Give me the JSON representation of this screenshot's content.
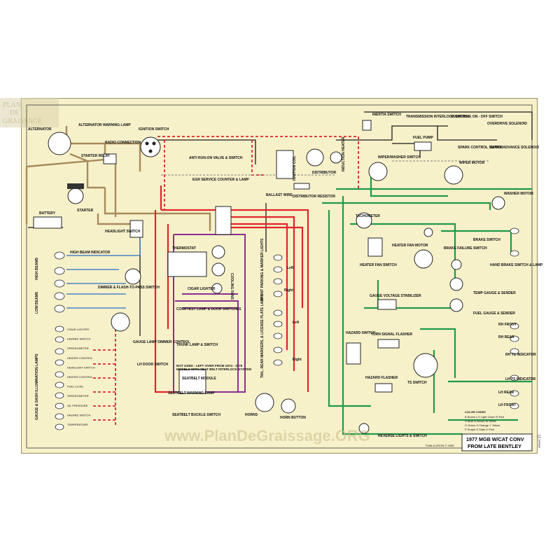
{
  "watermark": {
    "brand_top": "PLAN",
    "brand_mid": "DE",
    "brand_bottom": "GRAISSAGE",
    "site": "www.PlanDeGraissage.ORG"
  },
  "title_block": {
    "line1": "1977 MGB W/CAT CONV",
    "line2": "FROM LATE BENTLEY",
    "publisher": "PUBLICATION © 2005"
  },
  "side_label": "sheet 23",
  "left_labels": {
    "alternator": "ALTERNATOR",
    "alt_warning_lamp": "ALTERNATOR WARNING LAMP",
    "radio_connection": "RADIO CONNECTION",
    "ignition_switch": "IGNITION SWITCH",
    "starter_relay": "STARTER RELAY",
    "anti_run_on": "ANTI RUN-ON VALVE & SWITCH",
    "egr": "EGR SERVICE COUNTER & LAMP",
    "starter": "STARTER",
    "battery": "BATTERY",
    "headlight_switch": "HEADLIGHT SWITCH",
    "high_beam_indicator": "HIGH BEAM INDICATOR",
    "high_beams": "HIGH BEAMS",
    "dimmer": "DIMMER & FLASH-TO-PASS SWITCH",
    "low_beams": "LOW BEAMS",
    "gauge_lamps": "GAUGE & DASH ILLUMINATION LAMPS",
    "gauge_lamp_dimmer": "GAUGE LAMP DIMMER CONTROL"
  },
  "gauge_lamp_items": [
    "CIGAR LIGHTER",
    "HAZARD SWITCH",
    "SPEEDOMETER",
    "HEATER CONTROL",
    "HEADLIGHT SWITCH",
    "HEATER CONTROL",
    "FUEL LEVEL",
    "SPEEDOMETER",
    "OIL PRESSURE",
    "HAZARD SWITCH",
    "TEMPERATURE"
  ],
  "center_labels": {
    "thermostat": "THERMOSTAT",
    "cooling_fans": "COOLING FANS",
    "cigar_lighter": "CIGAR LIGHTER",
    "courtesy_lamp": "COURTESY LAMP & DOOR SWITCHES",
    "trunk_lamp": "TRUNK LAMP & SWITCH",
    "lh_door_switch": "LH DOOR SWITCH",
    "not_used": "NOT USED - LEFT OVER FROM 1974 - 1975 MODELS WITH SEAT BELT INTERLOCK SYSTEM",
    "seatbelt_warning": "SEATBELT WARNING LAMP",
    "seatbelt_module": "SEATBELT MODULE",
    "seatbelt_buckle": "SEATBELT BUCKLE SWITCH",
    "horns": "HORNS",
    "horn_button": "HORN BUTTON",
    "ballast_wire": "BALLAST WIRE",
    "ignition_coil": "IGNITION COIL",
    "distributor": "DISTRIBUTOR",
    "distributor_resistor": "DISTRIBUTOR RESISTOR",
    "induction_heater": "INDUCTION HEATER",
    "front_parking": "FRONT PARKING & MARKER LIGHTS",
    "tail_rear": "TAIL, REAR MARKERS, & LICENSE PLATE LAMPS",
    "left": "Left",
    "right": "Right"
  },
  "right_labels": {
    "inertia": "INERTIA SWITCH",
    "trans_interlock": "TRANSMISSION INTERLOCK SWITCH",
    "overdrive_switch": "OVERDRIVE ON - OFF SWITCH",
    "overdrive_solenoid": "OVERDRIVE SOLENOID",
    "fuel_pump": "FUEL PUMP",
    "spark_control": "SPARK CONTROL SWITCH",
    "spark_advance": "SPARK ADVANCE SOLENOID",
    "wiper_washer": "WIPER/WASHER SWITCH",
    "wiper_motor": "WIPER MOTOR",
    "washer_motor": "WASHER MOTOR",
    "tachometer": "TACHOMETER",
    "heater_fan_switch": "HEATER FAN SWITCH",
    "heater_fan_motor": "HEATER FAN MOTOR",
    "brake_switch": "BRAKE SWITCH",
    "brake_failure": "BRAKE FAILURE SWITCH",
    "hand_brake": "HAND BRAKE SWITCH & LAMP",
    "gauge_voltage": "GAUGE VOLTAGE STABILIZER",
    "temp_gauge": "TEMP GAUGE & SENDER",
    "fuel_gauge": "FUEL GAUGE & SENDER",
    "hazard_switch": "HAZARD SWITCH",
    "turn_signal_flasher": "TURN SIGNAL FLASHER",
    "hazard_flasher": "HAZARD FLASHER",
    "ts_switch": "TS SWITCH",
    "rh_front": "RH FRONT",
    "rh_rear": "RH REAR",
    "rh_ts_indicator": "RH TS INDICATOR",
    "lh_ts_indicator": "LH TS INDICATOR",
    "lh_rear": "LH REAR",
    "lh_front": "LH FRONT",
    "reverse_lights": "REVERSE LIGHTS & SWITCH"
  },
  "color_codes": {
    "heading": "COLOR CODES",
    "rows": [
      "B Brown   LG Light Green   R Red",
      "U Blue    N Brown          W White",
      "G Green   O Orange         Y Yellow",
      "P Purple  S Slate          K Pink"
    ]
  },
  "wire_colors": {
    "red": "#e0242a",
    "red_dash": "#e0242a",
    "green": "#1f9a47",
    "purple": "#8a2f8f",
    "tan": "#a88a5c",
    "black": "#1a1a1a",
    "blue": "#2a6cc4",
    "gray": "#7a7a7a"
  }
}
